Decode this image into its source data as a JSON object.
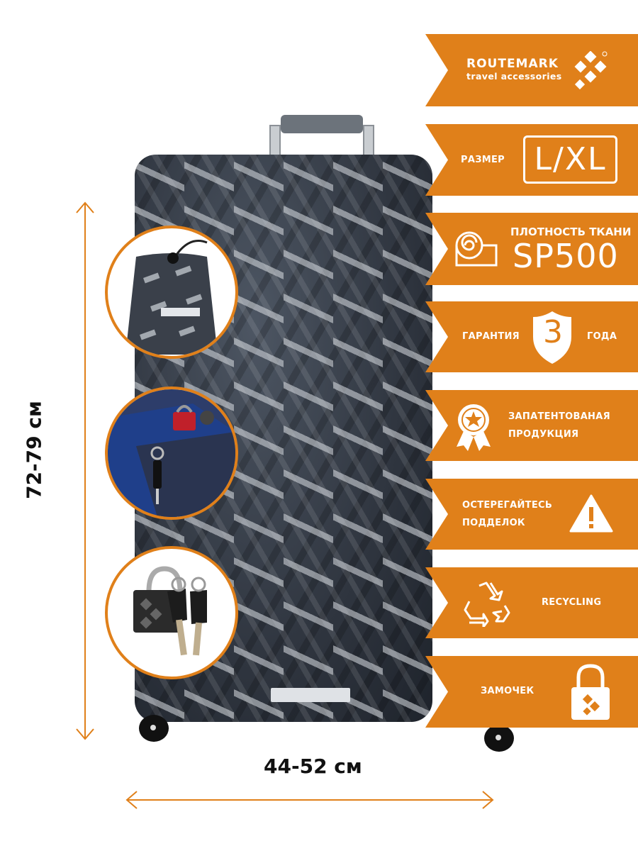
{
  "brand": {
    "name": "ROUTEMARK",
    "tagline": "travel accessories"
  },
  "size": {
    "label": "РАЗМЕР",
    "value": "L/XL"
  },
  "density": {
    "label": "ПЛОТНОСТЬ ТКАНИ",
    "value": "SP500"
  },
  "warranty": {
    "label_left": "ГАРАНТИЯ",
    "years": "3",
    "label_right": "ГОДА"
  },
  "patent": {
    "line1": "ЗАПАТЕНТОВАНАЯ",
    "line2": "ПРОДУКЦИЯ"
  },
  "counterfeit": {
    "line1": "ОСТЕРЕГАЙТЕСЬ",
    "line2": "ПОДДЕЛОК"
  },
  "recycling": {
    "label": "RECYCLING"
  },
  "lock": {
    "label": "ЗАМОЧЕК"
  },
  "dimensions": {
    "height": "72-79 см",
    "width": "44-52 см"
  },
  "colors": {
    "accent": "#e0801a",
    "cover_dark": "#2f353f",
    "cover_light": "#d9dde2"
  },
  "icons": [
    "diamond-logo-icon",
    "fabric-roll-icon",
    "shield-icon",
    "award-badge-icon",
    "warning-icon",
    "recycle-icon",
    "padlock-icon"
  ]
}
